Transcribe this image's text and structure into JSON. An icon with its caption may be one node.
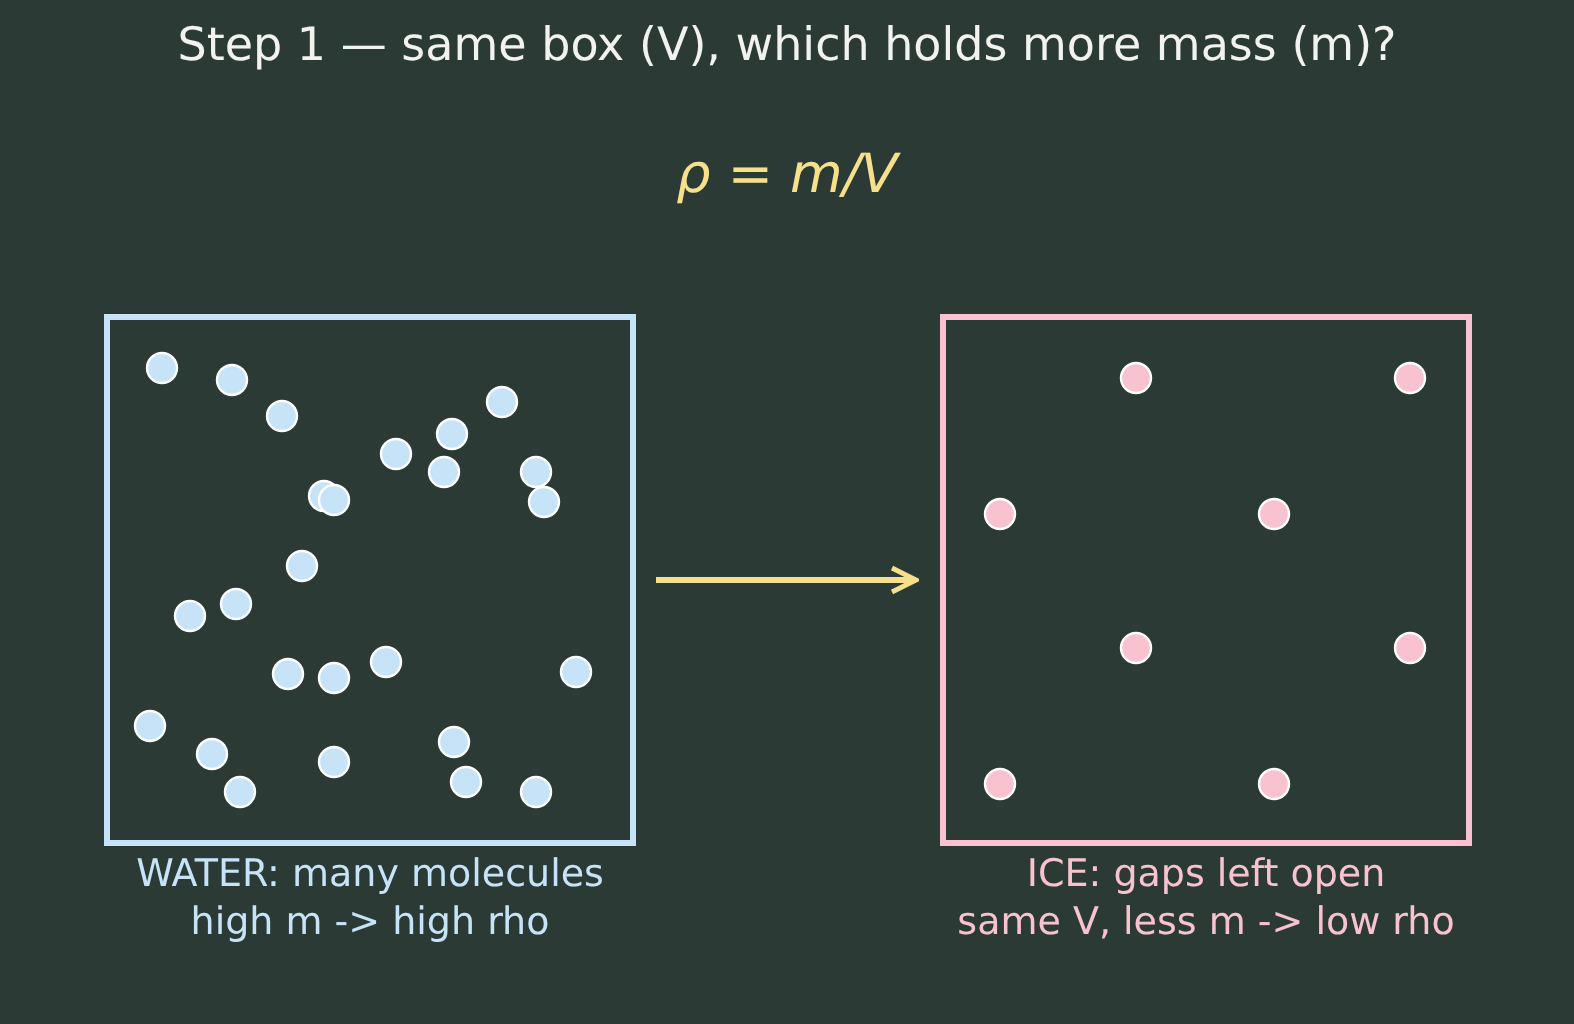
{
  "diagram": {
    "title": "Step 1 — same box (V), which holds more mass (m)?",
    "nodes": [
      {
        "text": [
          "WATER: many molecules",
          "high m -> high rho"
        ]
      },
      {
        "text": [
          "ICE: gaps left open",
          "same V, less m -> low rho"
        ]
      }
    ],
    "edges": [
      {
        "from": 0,
        "to": 1,
        "arrow": "to"
      }
    ],
    "labels": [
      "ρ = m/V"
    ]
  }
}
